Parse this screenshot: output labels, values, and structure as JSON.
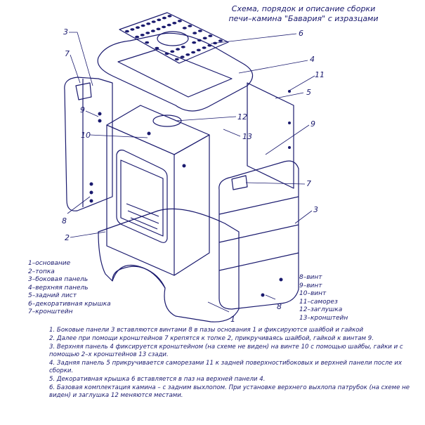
{
  "title": {
    "line1": "Схема, порядок и описание сборки",
    "line2": "печи–камина \"Бавария\" с изразцами"
  },
  "callouts": {
    "c3_top": "3",
    "c6": "6",
    "c7_top": "7",
    "c4": "4",
    "c11": "11",
    "c5": "5",
    "c9_left": "9",
    "c12": "12",
    "c9_right": "9",
    "c10": "10",
    "c13": "13",
    "c7_right": "7",
    "c8_left": "8",
    "c3_right": "3",
    "c2": "2",
    "c1": "1",
    "c8_bottom": "8"
  },
  "legend_left": [
    "1–основание",
    "2–топка",
    "3–боковая панель",
    "4–верхняя панель",
    "5–задний лист",
    "6–декоративная крышка",
    "7–кронштейн"
  ],
  "legend_right": [
    "8–винт",
    "9–винт",
    "10–винт",
    "11–саморез",
    "12–заглушка",
    "13–кронштейн"
  ],
  "notes": [
    "1. Боковые панели 3 вставляются винтами 8 в пазы основания 1 и фиксируются шайбой и гайкой",
    "2. Далее при помощи кронштейнов 7 крепятся к топке 2, прикручиваясь шайбой, гайкой к винтам 9.",
    "3. Верхняя панель 4 фиксируется кронштейном (на схеме не виден) на винте 10 с помощью шайбы, гайки и с помощью 2–х кронштейнов 13 сзади.",
    "4. Задняя панель 5 прикручивается саморезами 11 к задней поверхностибоковых и верхней панели после их сборки.",
    "5. Декоративная крышка 6 вставляется в паз на верхней панели 4.",
    "6. Базовая комплектация камина – с задним выхлопом. При установке верхнего выхлопа патрубок (на схеме не виден) и заглушка 12 меняются местами."
  ]
}
